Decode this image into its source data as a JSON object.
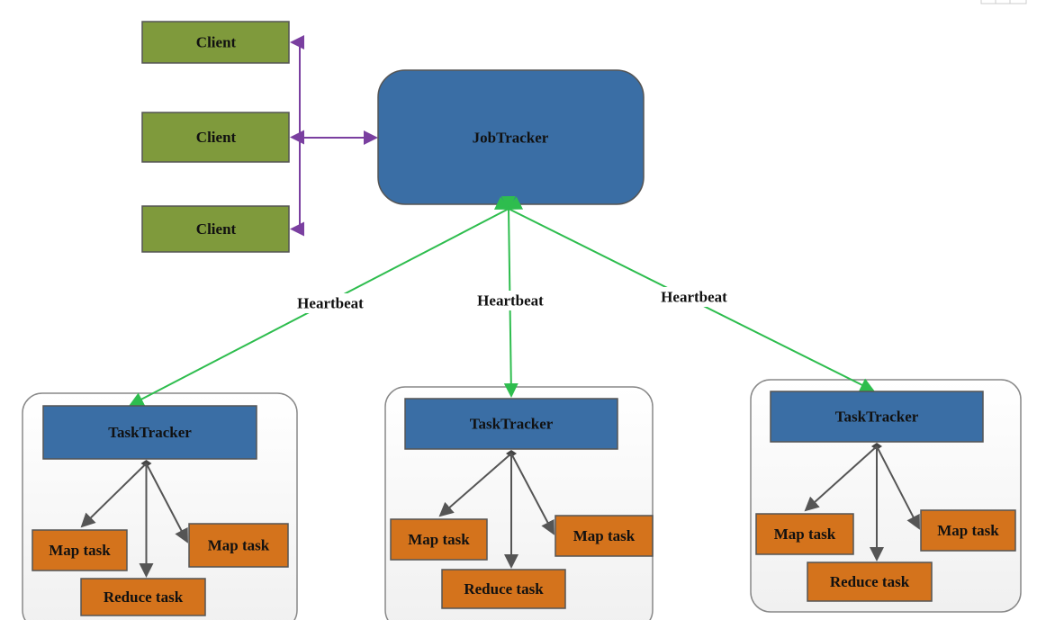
{
  "clients": [
    "Client",
    "Client",
    "Client"
  ],
  "job_tracker": "JobTracker",
  "heartbeat_labels": [
    "Heartbeat",
    "Heartbeat",
    "Heartbeat"
  ],
  "task_trackers": [
    {
      "name": "TaskTracker",
      "tasks": [
        "Map task",
        "Map task",
        "Reduce task"
      ]
    },
    {
      "name": "TaskTracker",
      "tasks": [
        "Map task",
        "Map task",
        "Reduce task"
      ]
    },
    {
      "name": "TaskTracker",
      "tasks": [
        "Map task",
        "Map task",
        "Reduce task"
      ]
    }
  ],
  "colors": {
    "client_fill": "#7f9a3c",
    "tracker_fill": "#3a6ea5",
    "task_fill": "#d4731c",
    "client_arrow": "#7a3fa0",
    "heartbeat_arrow": "#2ebd4e",
    "task_arrow": "#555555"
  }
}
